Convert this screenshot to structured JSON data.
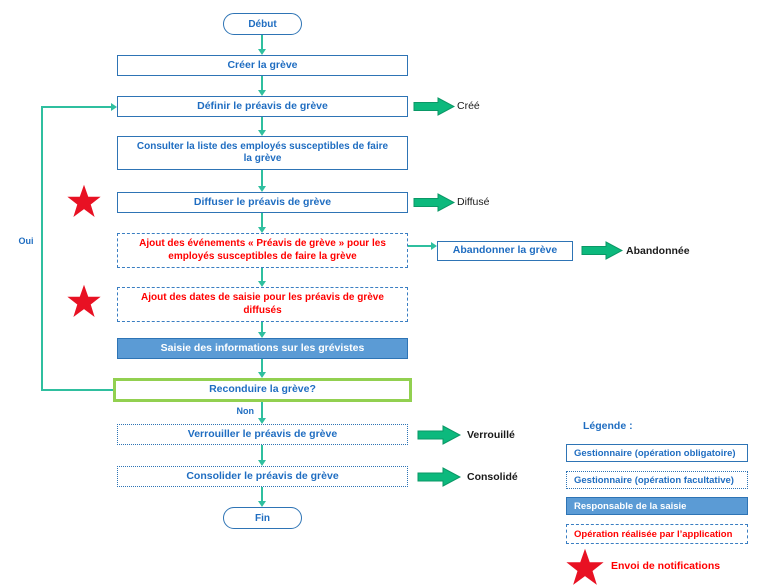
{
  "flowchart": {
    "start_label": "Début",
    "end_label": "Fin",
    "nodes": {
      "creer": "Créer la grève",
      "definir": "Définir le préavis de grève",
      "consulter": "Consulter la liste des employés susceptibles de faire\nla grève",
      "diffuser": "Diffuser le préavis de grève",
      "ajout_evenements": "Ajout des événements « Préavis de grève » pour les\nemployés susceptibles de faire la grève",
      "ajout_dates": "Ajout des dates de saisie pour les préavis de grève\ndiffusés",
      "saisie": "Saisie des informations sur les grévistes",
      "reconduire": "Reconduire la grève?",
      "verrouiller": "Verrouiller le préavis de grève",
      "consolider": "Consolider le préavis de grève",
      "abandonner": "Abandonner la grève"
    },
    "statuses": {
      "cree": "Créé",
      "diffuse": "Diffusé",
      "abandonnee": "Abandonnée",
      "verrouille": "Verrouillé",
      "consolide": "Consolidé"
    },
    "branch_labels": {
      "yes": "Oui",
      "no": "Non"
    }
  },
  "legend": {
    "title": "Légende :",
    "items": [
      {
        "label": "Gestionnaire (opération obligatoire)",
        "style": "solid"
      },
      {
        "label": "Gestionnaire (opération facultative)",
        "style": "dotted"
      },
      {
        "label": "Responsable de la saisie",
        "style": "filled"
      },
      {
        "label": "Opération réalisée par l’application",
        "style": "dashed-red"
      }
    ],
    "star_label": "Envoi de notifications"
  },
  "colors": {
    "box_border_blue": "#2E74B5",
    "box_text_blue": "#1F6DC1",
    "filled_box_blue": "#5B9BD5",
    "connector_teal": "#2FBF9F",
    "block_arrow_green": "#0CB97D",
    "decision_border_green": "#92D050",
    "alert_red": "#FF0000",
    "star_red": "#E81123"
  }
}
